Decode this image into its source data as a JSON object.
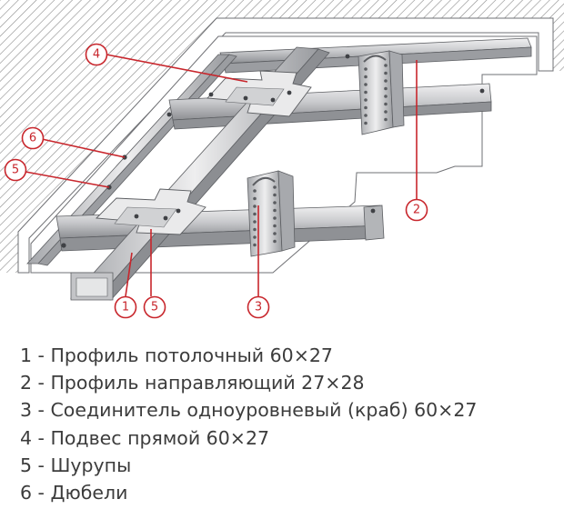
{
  "colors": {
    "accent": "#c8262c",
    "metal_light": "#e4e4e6",
    "metal_mid": "#b9babd",
    "metal_dark": "#7d7f83",
    "slab": "#ffffff",
    "hatch": "#8a8a8a",
    "text": "#3c3c3c"
  },
  "callouts": [
    {
      "id": "1",
      "label": "1"
    },
    {
      "id": "2",
      "label": "2"
    },
    {
      "id": "3",
      "label": "3"
    },
    {
      "id": "4",
      "label": "4"
    },
    {
      "id": "5a",
      "label": "5"
    },
    {
      "id": "5b",
      "label": "5"
    },
    {
      "id": "6",
      "label": "6"
    }
  ],
  "legend": [
    {
      "text": "1 - Профиль потолочный 60×27"
    },
    {
      "text": "2 - Профиль направляющий 27×28"
    },
    {
      "text": "3 - Соединитель одноуровневый (краб) 60×27"
    },
    {
      "text": "4 - Подвес прямой 60×27"
    },
    {
      "text": "5 - Шурупы"
    },
    {
      "text": "6 - Дюбели"
    }
  ]
}
